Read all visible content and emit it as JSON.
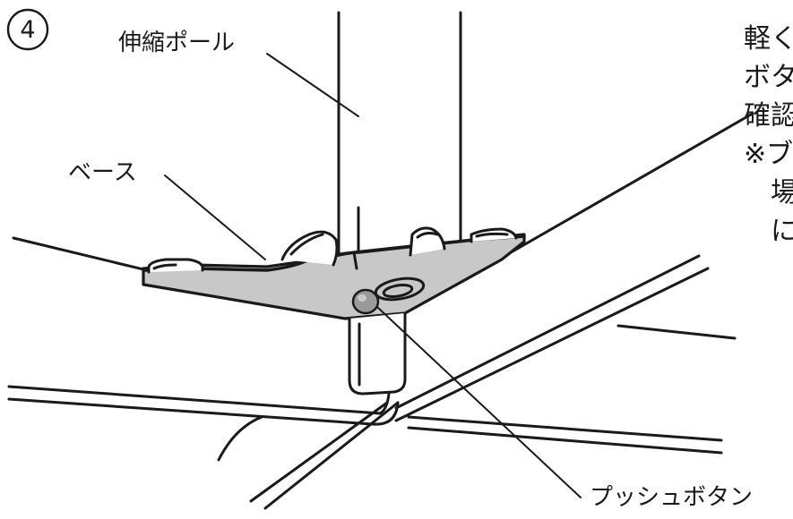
{
  "step_number": "4",
  "labels": {
    "pole": "伸縮ポール",
    "base": "ベース",
    "push_button": "プッシュボタン"
  },
  "side_text_lines": [
    "軽く",
    "ボタ",
    "確認",
    "※ブ",
    "　場",
    "　に"
  ],
  "colors": {
    "line": "#1a1a1a",
    "base_fill": "#c8c8c8",
    "button_fill": "#9a9a9a",
    "background": "#ffffff"
  }
}
